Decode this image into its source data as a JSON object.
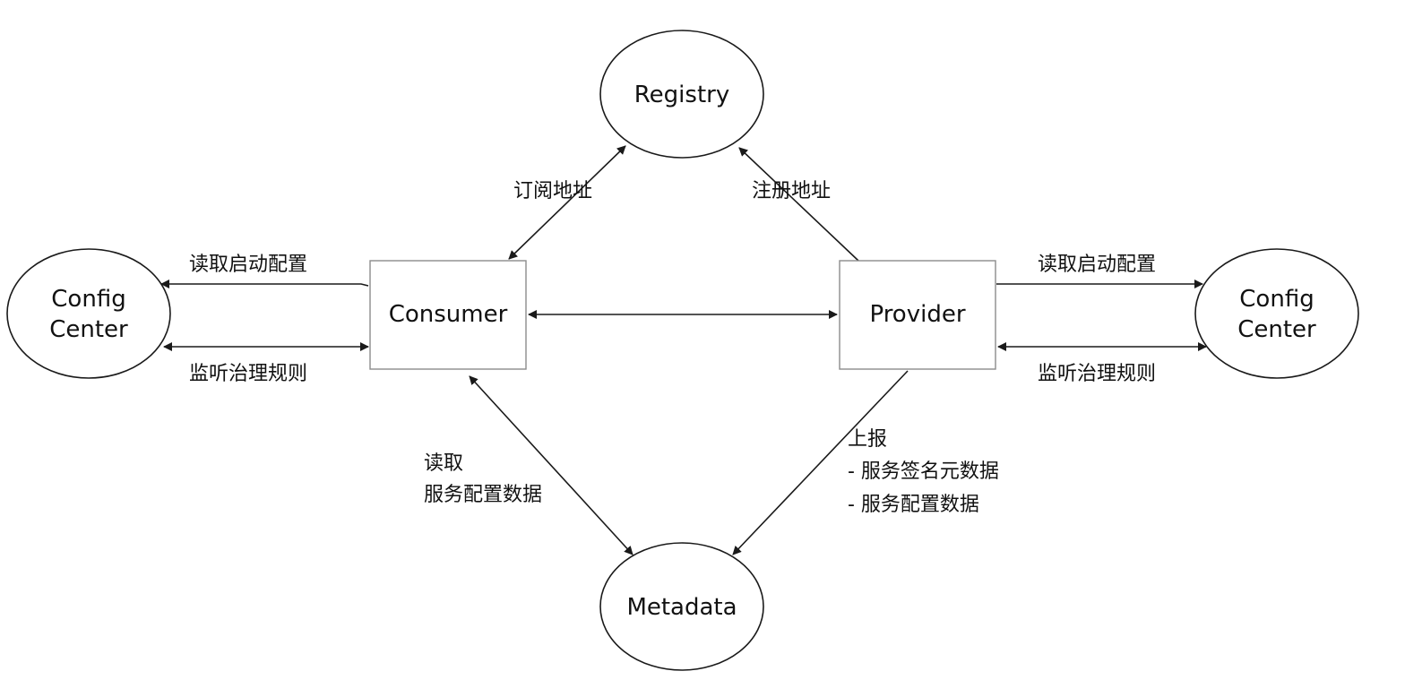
{
  "nodes": {
    "registry": {
      "label": "Registry"
    },
    "metadata": {
      "label": "Metadata"
    },
    "consumer": {
      "label": "Consumer"
    },
    "provider": {
      "label": "Provider"
    },
    "config_left": {
      "line1": "Config",
      "line2": "Center"
    },
    "config_right": {
      "line1": "Config",
      "line2": "Center"
    }
  },
  "edges": {
    "subscribe_address": "订阅地址",
    "register_address": "注册地址",
    "left_read_startup": "读取启动配置",
    "left_listen_rules": "监听治理规则",
    "right_read_startup": "读取启动配置",
    "right_listen_rules": "监听治理规则",
    "consumer_read": {
      "line1": "读取",
      "line2": "服务配置数据"
    },
    "provider_report": {
      "line1": "上报",
      "line2": "- 服务签名元数据",
      "line3": "- 服务配置数据"
    }
  }
}
